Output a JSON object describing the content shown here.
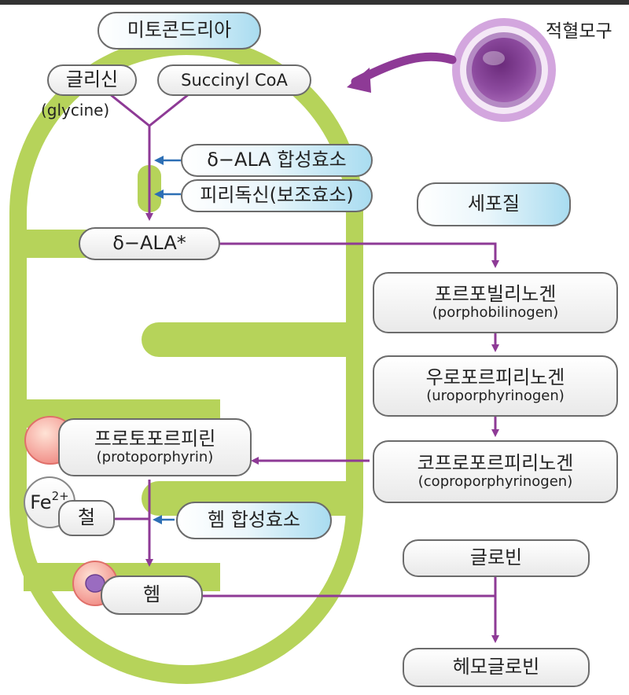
{
  "mitochondria_label": "미토콘드리아",
  "rbc_label": "적혈모구",
  "cytoplasm_label": "세포질",
  "glycine": {
    "ko": "글리신",
    "en": "(glycine)"
  },
  "succinyl_coa": "Succinyl CoA",
  "enzyme_ala_synthase": "δ−ALA 합성효소",
  "cofactor_pyridoxine": "피리독신(보조효소)",
  "delta_ala": "δ−ALA*",
  "porphobilinogen": {
    "ko": "포르포빌리노겐",
    "en": "(porphobilinogen)"
  },
  "uroporphyrinogen": {
    "ko": "우로포르피리노겐",
    "en": "(uroporphyrinogen)"
  },
  "coproporphyrinogen": {
    "ko": "코프로포르피리노겐",
    "en": "(coproporphyrinogen)"
  },
  "protoporphyrin": {
    "ko": "프로토포르피린",
    "en": "(protoporphyrin)"
  },
  "iron": {
    "symbol": "Fe",
    "charge": "2+",
    "ko": "철"
  },
  "heme_synthase": "헴 합성효소",
  "heme": "헴",
  "globin": "글로빈",
  "hemoglobin": "헤모글로빈",
  "colors": {
    "membrane": "#b6d35a",
    "arrow": "#8e3a96",
    "enzyme_arrow": "#2d6fb5",
    "rbc_ring": "#c89ad8",
    "rbc_core": "#7b3c8c"
  }
}
